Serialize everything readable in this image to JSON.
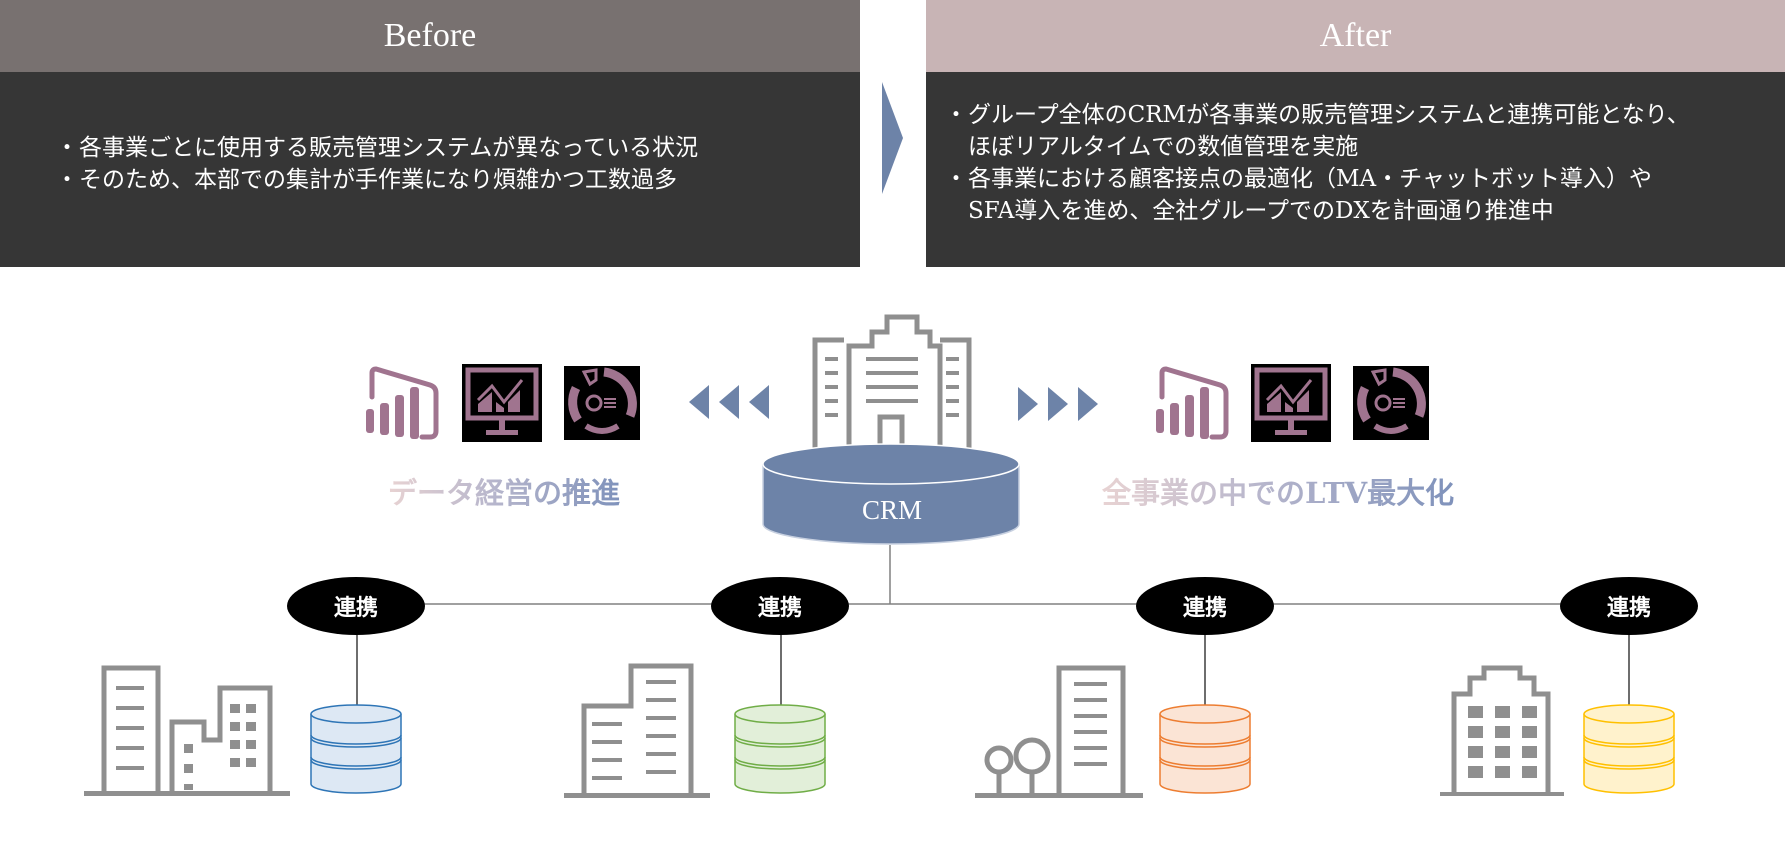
{
  "before": {
    "title": "Before",
    "bullets": [
      "各事業ごとに使用する販売管理システムが異なっている状況",
      "そのため、本部での集計が手作業になり煩雑かつ工数過多"
    ]
  },
  "after": {
    "title": "After",
    "bullets": [
      "グループ全体のCRMが各事業の販売管理システムと連携可能となり、\nほぼリアルタイムでの数値管理を実施",
      "各事業における顧客接点の最適化（MA・チャットボット導入）や\nSFA導入を進め、全社グループでのDXを計画通り推進中"
    ]
  },
  "bullet_mark": "・",
  "diagram": {
    "center": {
      "label": "CRM",
      "icon": "headquarters-building-icon",
      "color": "#6d83a8"
    },
    "left_label": "データ経営の推進",
    "right_label": "全事業の中でのLTV最大化",
    "left_icons": [
      "power-bi-icon",
      "monitor-chart-icon",
      "dashboard-donut-icon"
    ],
    "right_icons": [
      "power-bi-icon",
      "monitor-chart-icon",
      "dashboard-donut-icon"
    ],
    "link_label": "連携",
    "businesses": [
      {
        "building_icon": "office-buildings-icon",
        "db_color": "#2e75b6",
        "db_fill": "#dde8f4"
      },
      {
        "building_icon": "office-building-icon",
        "db_color": "#70ad47",
        "db_fill": "#e2efd9"
      },
      {
        "building_icon": "building-with-trees-icon",
        "db_color": "#ed7d31",
        "db_fill": "#fbe4d5"
      },
      {
        "building_icon": "tower-building-icon",
        "db_color": "#ffc000",
        "db_fill": "#fff2cc"
      }
    ]
  },
  "colors": {
    "before_header": "#787170",
    "after_header": "#c8b4b5",
    "panel_body": "#363636",
    "accent_blue": "#6d83a8",
    "icon_purple": "#a0748f"
  }
}
